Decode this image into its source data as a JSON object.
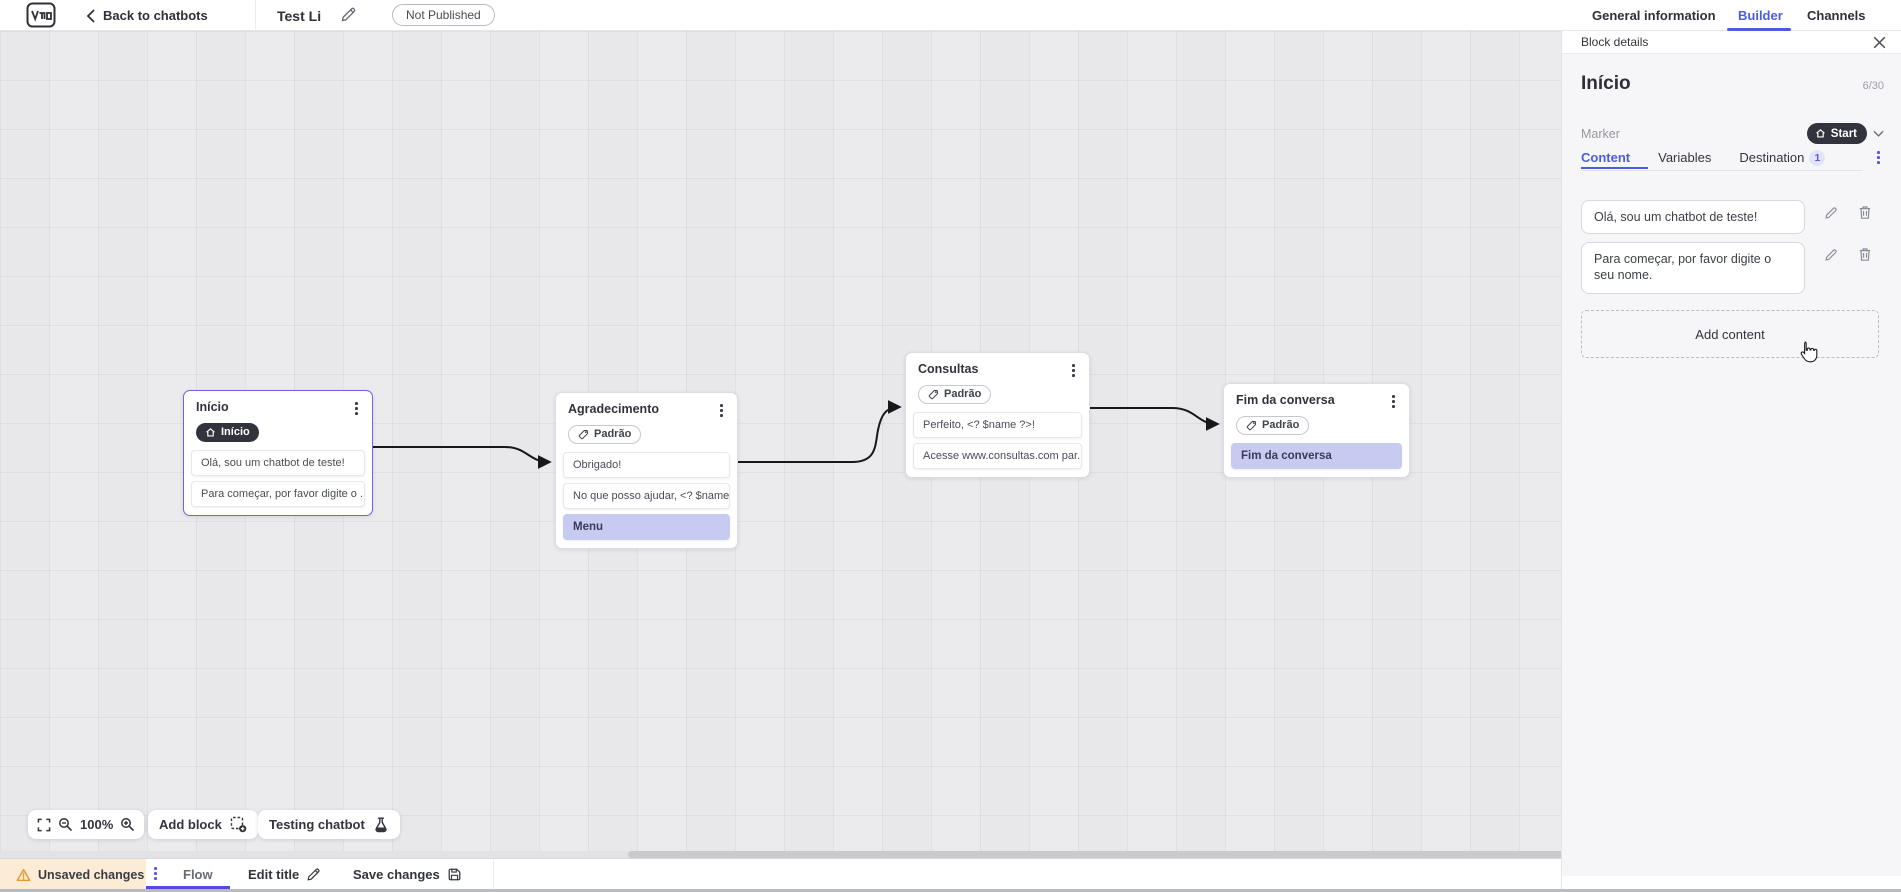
{
  "topbar": {
    "back_label": "Back to chatbots",
    "bot_title": "Test Li",
    "status": "Not Published",
    "tabs": {
      "general": "General information",
      "builder": "Builder",
      "channels": "Channels"
    }
  },
  "canvas": {
    "zoom_level": "100%",
    "add_block_label": "Add block",
    "testing_label": "Testing chatbot",
    "blocks": [
      {
        "title": "Início",
        "badge": "Início",
        "rows": [
          {
            "text": "Olá, sou um chatbot de teste!"
          },
          {
            "text": "Para começar, por favor digite o ..."
          }
        ]
      },
      {
        "title": "Agradecimento",
        "badge": "Padrão",
        "rows": [
          {
            "text": "Obrigado!"
          },
          {
            "text": "No que posso ajudar, <? $name ..."
          },
          {
            "text": "Menu"
          }
        ]
      },
      {
        "title": "Consultas",
        "badge": "Padrão",
        "rows": [
          {
            "text": "Perfeito, <? $name ?>!"
          },
          {
            "text": "Acesse www.consultas.com par..."
          }
        ]
      },
      {
        "title": "Fim da conversa",
        "badge": "Padrão",
        "rows": [
          {
            "text": "Fim da conversa"
          }
        ]
      }
    ]
  },
  "bottombar": {
    "unsaved_label": "Unsaved changes",
    "flow_tab": "Flow",
    "edit_title_label": "Edit title",
    "save_label": "Save changes"
  },
  "panel": {
    "header": "Block details",
    "block_name": "Início",
    "counter": "6/30",
    "marker_label": "Marker",
    "marker_value": "Start",
    "tabs": {
      "content": "Content",
      "variables": "Variables",
      "destination": "Destination",
      "destination_badge": "1"
    },
    "contents": [
      {
        "text": "Olá, sou um chatbot de teste!"
      },
      {
        "text": "Para começar, por favor digite o seu nome."
      }
    ],
    "add_content_label": "Add content"
  },
  "colors": {
    "accent_blue": "#4b5ce2",
    "flow_underline": "#5348e8",
    "selected_block_border": "#6f62e8",
    "dark_pill": "#32333c",
    "highlight_row": "#c7cbf2",
    "warning": "#e39a35",
    "unsaved_bg": "#fcecd6"
  }
}
